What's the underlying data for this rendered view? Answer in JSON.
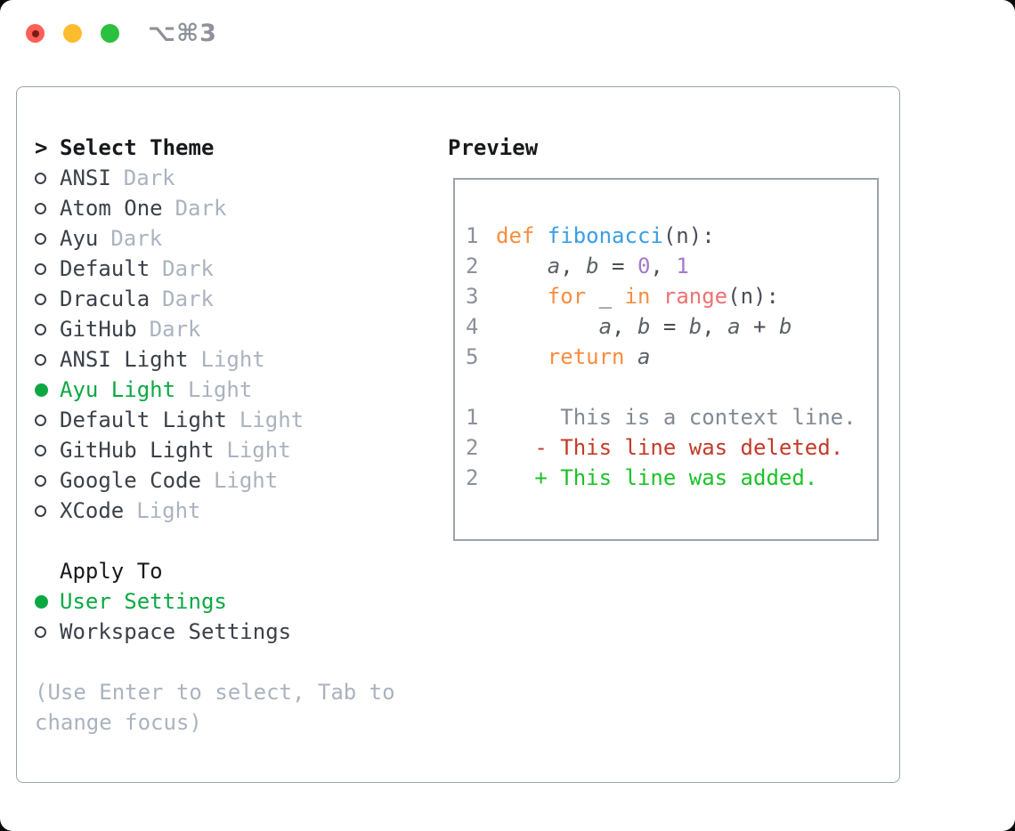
{
  "titlebar": {
    "shortcut": "⌥⌘3",
    "buttons": [
      "close-button",
      "minimize-button",
      "zoom-button"
    ]
  },
  "panel": {
    "select_theme": {
      "marker": ">",
      "header": "Select Theme"
    },
    "themes": [
      {
        "name": "ANSI",
        "variant": "Dark",
        "selected": false
      },
      {
        "name": "Atom One",
        "variant": "Dark",
        "selected": false
      },
      {
        "name": "Ayu",
        "variant": "Dark",
        "selected": false
      },
      {
        "name": "Default",
        "variant": "Dark",
        "selected": false
      },
      {
        "name": "Dracula",
        "variant": "Dark",
        "selected": false
      },
      {
        "name": "GitHub",
        "variant": "Dark",
        "selected": false
      },
      {
        "name": "ANSI Light",
        "variant": "Light",
        "selected": false
      },
      {
        "name": "Ayu Light",
        "variant": "Light",
        "selected": true
      },
      {
        "name": "Default Light",
        "variant": "Light",
        "selected": false
      },
      {
        "name": "GitHub Light",
        "variant": "Light",
        "selected": false
      },
      {
        "name": "Google Code",
        "variant": "Light",
        "selected": false
      },
      {
        "name": "XCode",
        "variant": "Light",
        "selected": false
      }
    ],
    "apply_to": {
      "header": "Apply To",
      "options": [
        {
          "name": "User Settings",
          "selected": true
        },
        {
          "name": "Workspace Settings",
          "selected": false
        }
      ]
    },
    "hint": "(Use Enter to select, Tab to change focus)"
  },
  "preview": {
    "header": "Preview",
    "code": [
      {
        "num": "1",
        "segs": [
          [
            "def ",
            "kw"
          ],
          [
            "fibonacci",
            "fn"
          ],
          [
            "(n):",
            "pn"
          ]
        ]
      },
      {
        "num": "2",
        "segs": [
          [
            "    ",
            "pn"
          ],
          [
            "a",
            "va"
          ],
          [
            ", ",
            "pn"
          ],
          [
            "b",
            "va"
          ],
          [
            " = ",
            "pn"
          ],
          [
            "0",
            "nu"
          ],
          [
            ", ",
            "pn"
          ],
          [
            "1",
            "nu"
          ]
        ]
      },
      {
        "num": "3",
        "segs": [
          [
            "    ",
            "pn"
          ],
          [
            "for",
            "kw"
          ],
          [
            " _ ",
            "pn"
          ],
          [
            "in",
            "kw"
          ],
          [
            " ",
            "pn"
          ],
          [
            "range",
            "rg"
          ],
          [
            "(n):",
            "pn"
          ]
        ]
      },
      {
        "num": "4",
        "segs": [
          [
            "        ",
            "pn"
          ],
          [
            "a",
            "va"
          ],
          [
            ", ",
            "pn"
          ],
          [
            "b",
            "va"
          ],
          [
            " = ",
            "pn"
          ],
          [
            "b",
            "va"
          ],
          [
            ", ",
            "pn"
          ],
          [
            "a",
            "va"
          ],
          [
            " + ",
            "pn"
          ],
          [
            "b",
            "va"
          ]
        ]
      },
      {
        "num": "5",
        "segs": [
          [
            "    ",
            "pn"
          ],
          [
            "return",
            "kw"
          ],
          [
            " ",
            "pn"
          ],
          [
            "a",
            "va"
          ]
        ]
      },
      {
        "num": "",
        "segs": []
      },
      {
        "num": "1",
        "segs": [
          [
            "     This is a context line.",
            "ctx"
          ]
        ]
      },
      {
        "num": "2",
        "segs": [
          [
            "   ",
            "pn"
          ],
          [
            "- This line was deleted.",
            "del"
          ]
        ]
      },
      {
        "num": "2",
        "segs": [
          [
            "   ",
            "pn"
          ],
          [
            "+ This line was added.",
            "add"
          ]
        ]
      }
    ]
  },
  "colors": {
    "selected_green": "#0da843",
    "added_green": "#1cc229",
    "deleted_red": "#c43a28",
    "context_gray": "#828a93",
    "gutter_gray": "#8a9199",
    "keyword_orange": "#fa8d3e",
    "function_blue": "#399ee6",
    "number_purple": "#a37acc",
    "range_coral": "#f07171",
    "code_fg": "#4a4e55",
    "var_gray": "#5c6166",
    "item_fg": "#3b4149",
    "muted": "#aab3bf",
    "header_fg": "#17191c",
    "border": "#9ba3ac",
    "traffic_red": "#ff5f57",
    "traffic_yellow": "#fdbc2e",
    "traffic_green": "#2bc03f",
    "titlebar_fg": "#8e9298"
  }
}
